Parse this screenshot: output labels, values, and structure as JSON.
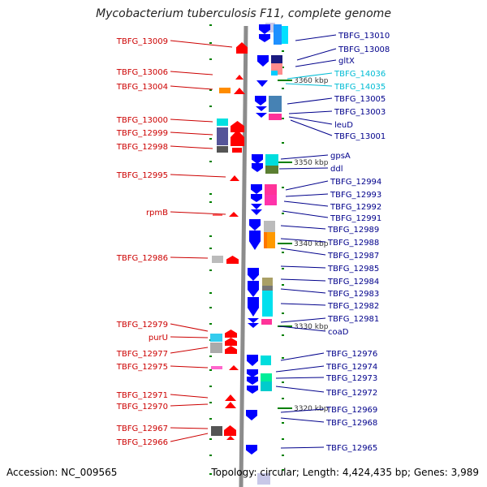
{
  "title": "Mycobacterium tuberculosis F11, complete genome",
  "footer": {
    "accession": "Accession: NC_009565",
    "topology": "Topology: circular; Length: 4,424,435 bp; Genes: 3,989"
  },
  "colors": {
    "left_label": "#cc0000",
    "right_label": "#00008b",
    "right_label_rna": "#00bcd4",
    "forward_gene": "#ff0000",
    "reverse_gene": "#0000ff",
    "backbone": "#888888",
    "tick": "#008000"
  },
  "left_labels": [
    "TBFG_13009",
    "TBFG_13006",
    "TBFG_13004",
    "TBFG_13000",
    "TBFG_12999",
    "TBFG_12998",
    "TBFG_12995",
    "rpmB",
    "TBFG_12986",
    "TBFG_12979",
    "purU",
    "TBFG_12977",
    "TBFG_12975",
    "TBFG_12971",
    "TBFG_12970",
    "TBFG_12967",
    "TBFG_12966"
  ],
  "right_labels": [
    "TBFG_13010",
    "TBFG_13008",
    "gltX",
    "TBFG_14036",
    "TBFG_14035",
    "TBFG_13005",
    "TBFG_13003",
    "leuD",
    "TBFG_13001",
    "gpsA",
    "ddl",
    "TBFG_12994",
    "TBFG_12993",
    "TBFG_12992",
    "TBFG_12991",
    "TBFG_12989",
    "TBFG_12988",
    "TBFG_12987",
    "TBFG_12985",
    "TBFG_12984",
    "TBFG_12983",
    "TBFG_12982",
    "TBFG_12981",
    "coaD",
    "TBFG_12976",
    "TBFG_12974",
    "TBFG_12973",
    "TBFG_12972",
    "TBFG_12969",
    "TBFG_12968",
    "TBFG_12965"
  ],
  "rna_labels": [
    "TBFG_14036",
    "TBFG_14035"
  ],
  "scale_labels": [
    "3360 kbp",
    "3350 kbp",
    "3340 kbp",
    "3330 kbp",
    "3320 kbp"
  ]
}
